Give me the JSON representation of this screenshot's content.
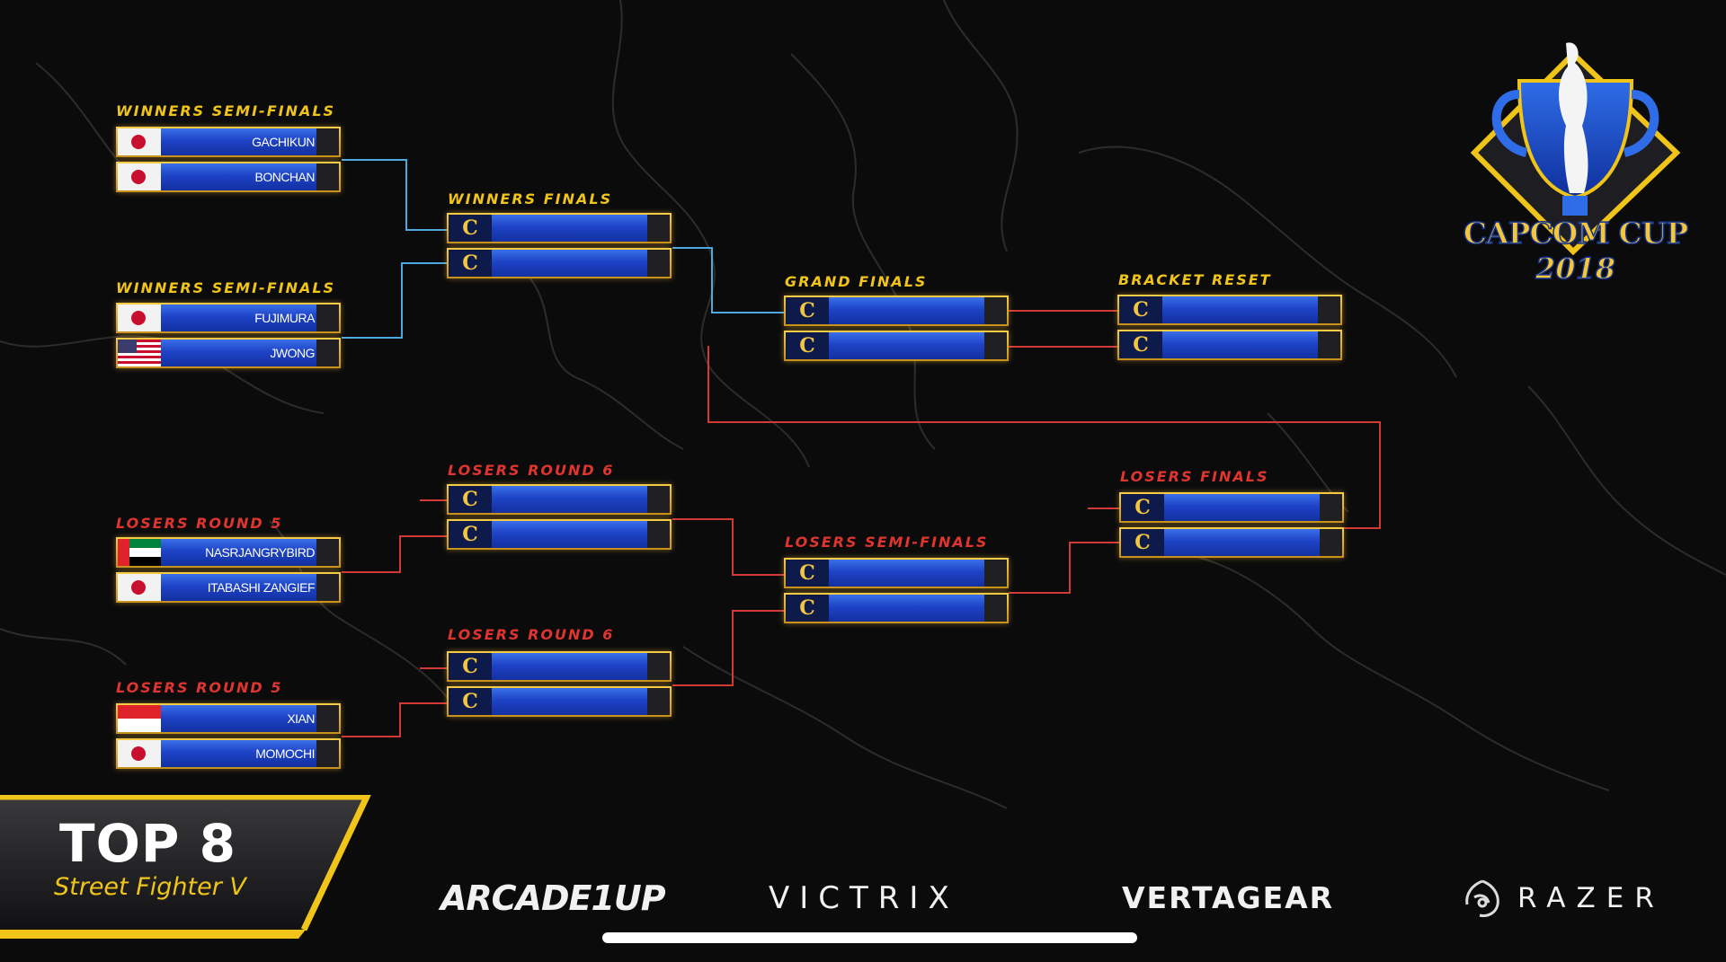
{
  "labels": {
    "ws1": "WINNERS SEMI-FINALS",
    "ws2": "WINNERS SEMI-FINALS",
    "wf": "WINNERS FINALS",
    "gf": "GRAND FINALS",
    "br": "BRACKET RESET",
    "lr6a": "LOSERS ROUND 6",
    "lr6b": "LOSERS ROUND 6",
    "lr5a": "LOSERS ROUND 5",
    "lr5b": "LOSERS ROUND 5",
    "lsf": "LOSERS SEMI-FINALS",
    "lf": "LOSERS FINALS"
  },
  "players": {
    "ws1_top": {
      "name": "GACHIKUN",
      "flag": "japan"
    },
    "ws1_bot": {
      "name": "BONCHAN",
      "flag": "japan"
    },
    "ws2_top": {
      "name": "FUJIMURA",
      "flag": "japan"
    },
    "ws2_bot": {
      "name": "JWONG",
      "flag": "usa"
    },
    "lr5a_top": {
      "name": "NASRJANGRYBIRD",
      "flag": "uae"
    },
    "lr5a_bot": {
      "name": "ITABASHI ZANGIEF",
      "flag": "japan"
    },
    "lr5b_top": {
      "name": "XIAN",
      "flag": "singapore"
    },
    "lr5b_bot": {
      "name": "MOMOCHI",
      "flag": "japan"
    }
  },
  "placeholder_logo": "C",
  "colors": {
    "winners_accent": "#f0c419",
    "losers_accent": "#e0352f",
    "winners_line": "#4fa8e0",
    "losers_line": "#d23a36",
    "slot_blue": "#1e43c6",
    "slot_border": "#e9b230"
  },
  "banner": {
    "title": "TOP 8",
    "subtitle": "Street Fighter V"
  },
  "event_logo": {
    "name": "CAPCOM CUP",
    "year": "2018"
  },
  "sponsors": {
    "arcade": "ARCADE1UP",
    "victrix": "VICTRIX",
    "vertagear": "VERTAGEAR",
    "razer": "RAZER"
  }
}
